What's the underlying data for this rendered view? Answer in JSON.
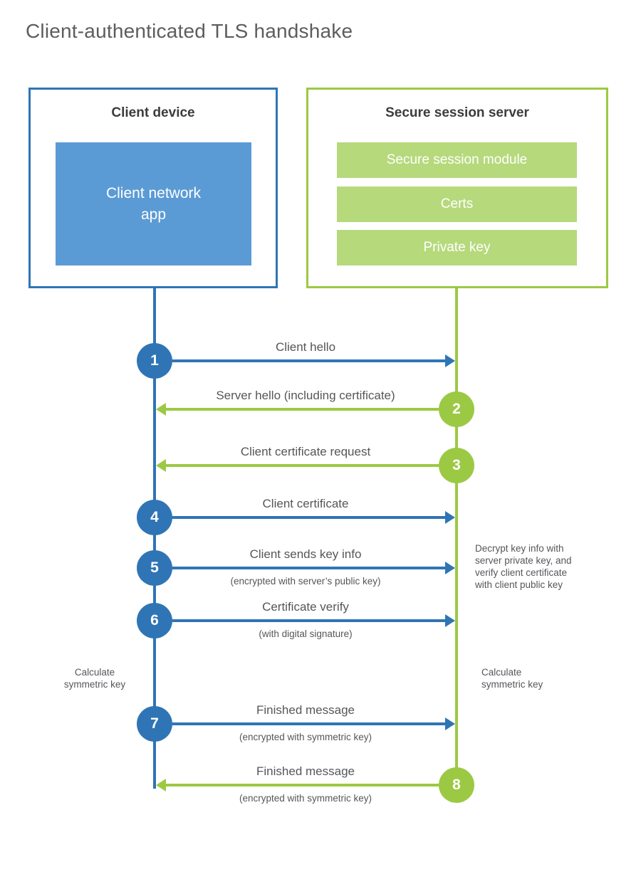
{
  "title": "Client-authenticated TLS handshake",
  "colors": {
    "blue_stroke": "#2f75b5",
    "blue_fill": "#5b9bd5",
    "green_stroke": "#9cc944",
    "green_fill": "#b6d97c",
    "text_gray": "#55565a",
    "heading_gray": "#3c3c3e"
  },
  "client": {
    "title": "Client device",
    "app_label": "Client network\napp",
    "calc_note": "Calculate\nsymmetric key"
  },
  "server": {
    "title": "Secure session server",
    "modules": [
      "Secure session module",
      "Certs",
      "Private key"
    ],
    "decrypt_note": "Decrypt key info with\nserver private key, and\nverify client certificate\nwith client public key",
    "calc_note": "Calculate\nsymmetric key"
  },
  "steps": [
    {
      "num": "1",
      "direction": "client-to-server",
      "label": "Client hello",
      "sublabel": ""
    },
    {
      "num": "2",
      "direction": "server-to-client",
      "label": "Server hello (including certificate)",
      "sublabel": ""
    },
    {
      "num": "3",
      "direction": "server-to-client",
      "label": "Client certificate request",
      "sublabel": ""
    },
    {
      "num": "4",
      "direction": "client-to-server",
      "label": "Client certificate",
      "sublabel": ""
    },
    {
      "num": "5",
      "direction": "client-to-server",
      "label": "Client sends key info",
      "sublabel": "(encrypted with server’s public key)"
    },
    {
      "num": "6",
      "direction": "client-to-server",
      "label": "Certificate verify",
      "sublabel": "(with digital signature)"
    },
    {
      "num": "7",
      "direction": "client-to-server",
      "label": "Finished message",
      "sublabel": "(encrypted with symmetric key)"
    },
    {
      "num": "8",
      "direction": "server-to-client",
      "label": "Finished message",
      "sublabel": "(encrypted with symmetric key)"
    }
  ]
}
